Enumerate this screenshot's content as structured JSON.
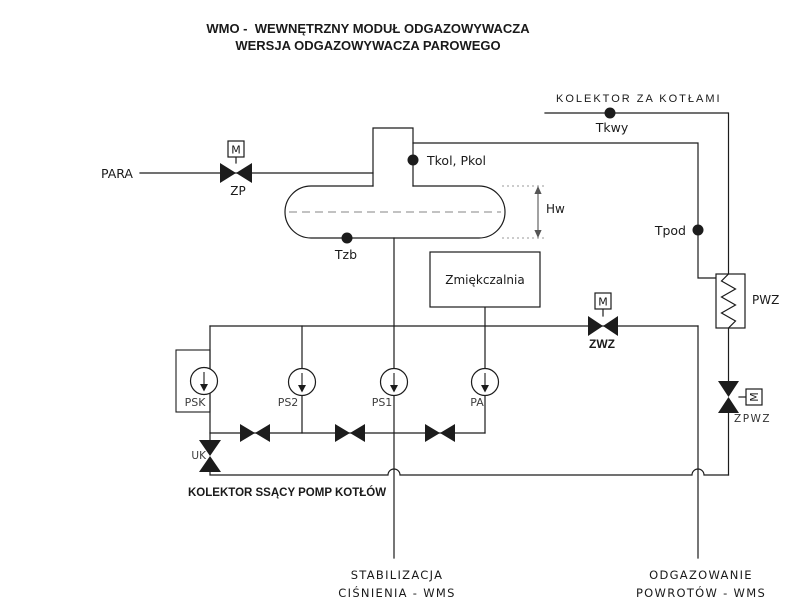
{
  "colors": {
    "background": "#ffffff",
    "line": "#1c1c1c",
    "text": "#1a1a1a",
    "muted_text": "#3d3d3d",
    "water_level_dash": "#858585",
    "dimension": "#555555"
  },
  "diagram": {
    "title_line1": "WMO -  WEWNĘTRZNY MODUŁ ODGAZOWYWACZA",
    "title_line2": "WERSJA ODGAZOWYWACZA PAROWEGO",
    "top_collector_label": "KOLEKTOR ZA KOTŁAMI",
    "suction_collector_label": "KOLEKTOR SSĄCY POMP KOTŁÓW",
    "steam_inlet_label": "PARA",
    "water_height_label": "Hw",
    "softener_label": "Zmiękczalnia",
    "heat_exchanger_label": "PWZ",
    "motor_label": "M",
    "sensors": {
      "tkwy": "Tkwy",
      "tkol_pkol": "Tkol, Pkol",
      "tzb": "Tzb",
      "tpod": "Tpod"
    },
    "valves": {
      "zp": "ZP",
      "zwz": "ZWZ",
      "zpwz": "ZPWZ",
      "uk": "UK"
    },
    "pumps": {
      "psk": "PSK",
      "ps2": "PS2",
      "ps1": "PS1",
      "pa": "PA"
    },
    "outlet_left": {
      "line1": "STABILIZACJA",
      "line2": "CIŚNIENIA  -  WMS"
    },
    "outlet_right": {
      "line1": "ODGAZOWANIE",
      "line2": "POWROTÓW  -  WMS"
    }
  }
}
